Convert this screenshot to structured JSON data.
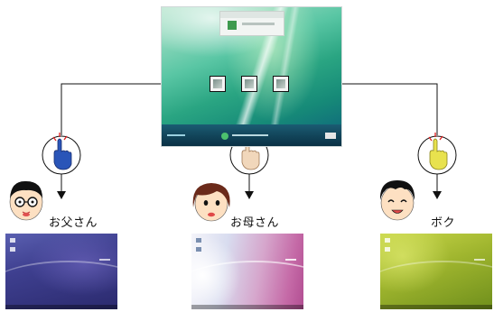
{
  "users": [
    {
      "id": "father",
      "name": "お父さん"
    },
    {
      "id": "mother",
      "name": "お母さん"
    },
    {
      "id": "boku",
      "name": "ボク"
    }
  ],
  "colors": {
    "login_wallpaper": "#2aa582",
    "father_desktop": "#3e3f8f",
    "mother_desktop": "#c56aa7",
    "boku_desktop": "#9fb52e",
    "hand_father": "#2a55b8",
    "hand_mother": "#e8c9a8",
    "hand_boku": "#e3df4a",
    "line": "#111111"
  },
  "icons": {
    "pointer": "pointing-hand-icon",
    "avatar": "person-face-icon",
    "arrow": "arrow-down-icon"
  }
}
